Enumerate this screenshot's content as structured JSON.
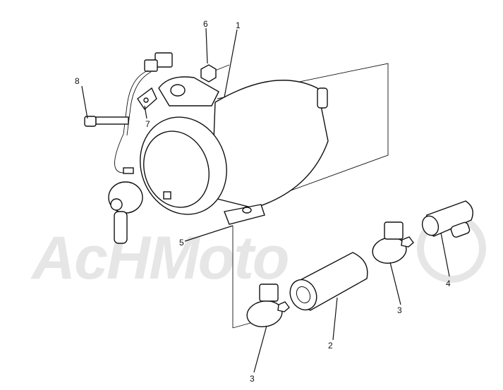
{
  "watermark": {
    "text": "AcHMoto"
  },
  "callouts": {
    "c1": "1",
    "c2": "2",
    "c3a": "3",
    "c3b": "3",
    "c4": "4",
    "c5": "5",
    "c6": "6",
    "c7": "7",
    "c8": "8"
  }
}
